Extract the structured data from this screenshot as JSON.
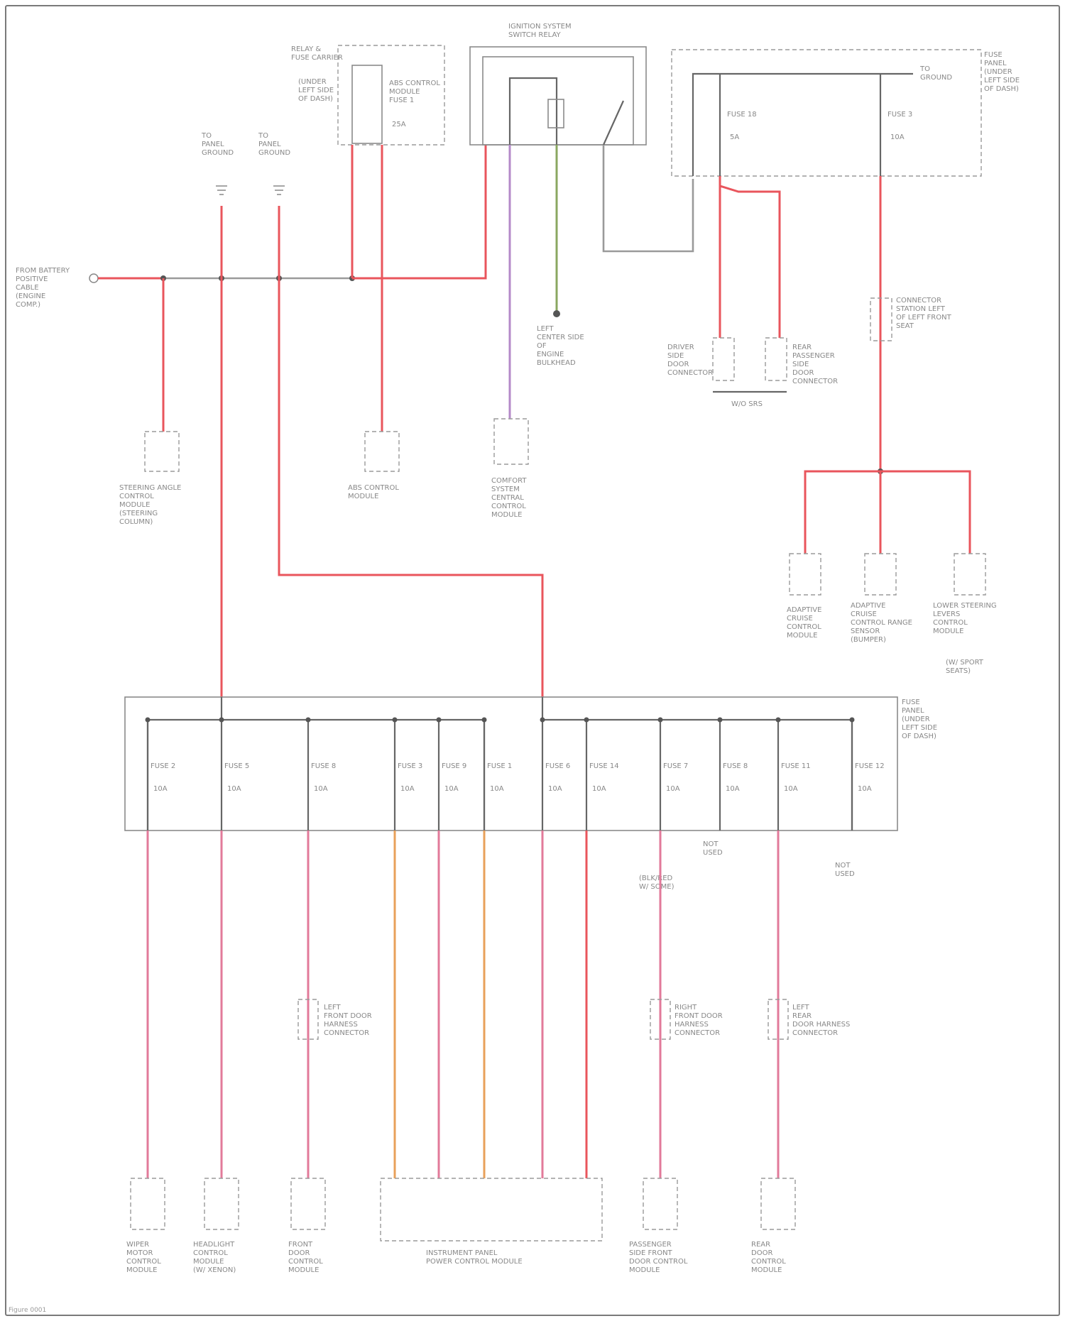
{
  "diagram": {
    "top": {
      "battery_feed": "FROM BATTERY\nPOSITIVE\nCABLE\n(ENGINE\nCOMP.)",
      "instrument_ground_a": "TO\nPANEL\nGROUND",
      "instrument_ground_b": "TO\nPANEL\nGROUND",
      "relay_block_title": "RELAY &\nFUSE CARRIER",
      "relay_block_location": "(UNDER\nLEFT SIDE\nOF DASH)",
      "relay_block_relay": "ABS CONTROL\nMODULE\nFUSE 1",
      "relay_block_amp": "25A",
      "ignition_switch_title": "IGNITION SYSTEM\nSWITCH RELAY",
      "fuse_panel_title": "FUSE\nPANEL\n(UNDER\nLEFT SIDE\nOF DASH)",
      "fuse_panel_ground": "TO\nGROUND",
      "fuse_panel_f1": "FUSE 18",
      "fuse_panel_f1_amp": "5A",
      "fuse_panel_f2": "FUSE 3",
      "fuse_panel_f2_amp": "10A",
      "center_splice": "LEFT\nCENTER SIDE\nOF\nENGINE\nBULKHEAD"
    },
    "components_upper": {
      "steering_module": "STEERING ANGLE\nCONTROL\nMODULE\n(STEERING\nCOLUMN)",
      "abs_module": "ABS CONTROL\nMODULE",
      "comfort_module": "COMFORT\nSYSTEM\nCENTRAL\nCONTROL\nMODULE",
      "driver_door_conn": "DRIVER\nSIDE\nDOOR\nCONNECTOR",
      "pass_door_conn": "REAR\nPASSENGER\nSIDE\nDOOR\nCONNECTOR",
      "door_pair_caption": "W/O SRS",
      "connector_row": "CONNECTOR\nSTATION LEFT\nOF LEFT FRONT\nSEAT",
      "right_a": "ADAPTIVE\nCRUISE\nCONTROL\nMODULE",
      "right_b": "ADAPTIVE\nCRUISE\nCONTROL RANGE\nSENSOR\n(BUMPER)",
      "right_c": "LOWER STEERING\nLEVERS\nCONTROL\nMODULE",
      "right_c_note": "(W/ SPORT\nSEATS)"
    },
    "lower_fuse_panel": {
      "title": "FUSE\nPANEL\n(UNDER\nLEFT SIDE\nOF DASH)",
      "fuses": [
        {
          "name": "FUSE 2",
          "amp": "10A"
        },
        {
          "name": "FUSE 5",
          "amp": "10A"
        },
        {
          "name": "FUSE 8",
          "amp": "10A"
        },
        {
          "name": "FUSE 3",
          "amp": "10A"
        },
        {
          "name": "FUSE 9",
          "amp": "10A"
        },
        {
          "name": "FUSE 1",
          "amp": "10A"
        },
        {
          "name": "FUSE 6",
          "amp": "10A"
        },
        {
          "name": "FUSE 14",
          "amp": "10A"
        },
        {
          "name": "FUSE 7",
          "amp": "10A"
        },
        {
          "name": "FUSE 8",
          "amp": "10A"
        },
        {
          "name": "FUSE 11",
          "amp": "10A"
        },
        {
          "name": "FUSE 12",
          "amp": "10A"
        }
      ],
      "not_used_a": "NOT\nUSED",
      "not_used_b": "NOT\nUSED",
      "side_note": "(BLK/RED\nW/ SOME)"
    },
    "connectors_lower": {
      "left_door": "LEFT\nFRONT DOOR\nHARNESS\nCONNECTOR",
      "right_door": "RIGHT\nFRONT DOOR\nHARNESS\nCONNECTOR",
      "rear_door": "LEFT\nREAR\nDOOR HARNESS\nCONNECTOR"
    },
    "components_lower": {
      "c1": "WIPER\nMOTOR\nCONTROL\nMODULE",
      "c2": "HEADLIGHT\nCONTROL\nMODULE\n(W/ XENON)",
      "c3": "FRONT\nDOOR\nCONTROL\nMODULE",
      "c4": "INSTRUMENT PANEL\nPOWER CONTROL MODULE",
      "c5": "PASSENGER\nSIDE FRONT\nDOOR CONTROL\nMODULE",
      "c6": "REAR\nDOOR\nCONTROL\nMODULE"
    },
    "footer": "Figure 0001"
  }
}
